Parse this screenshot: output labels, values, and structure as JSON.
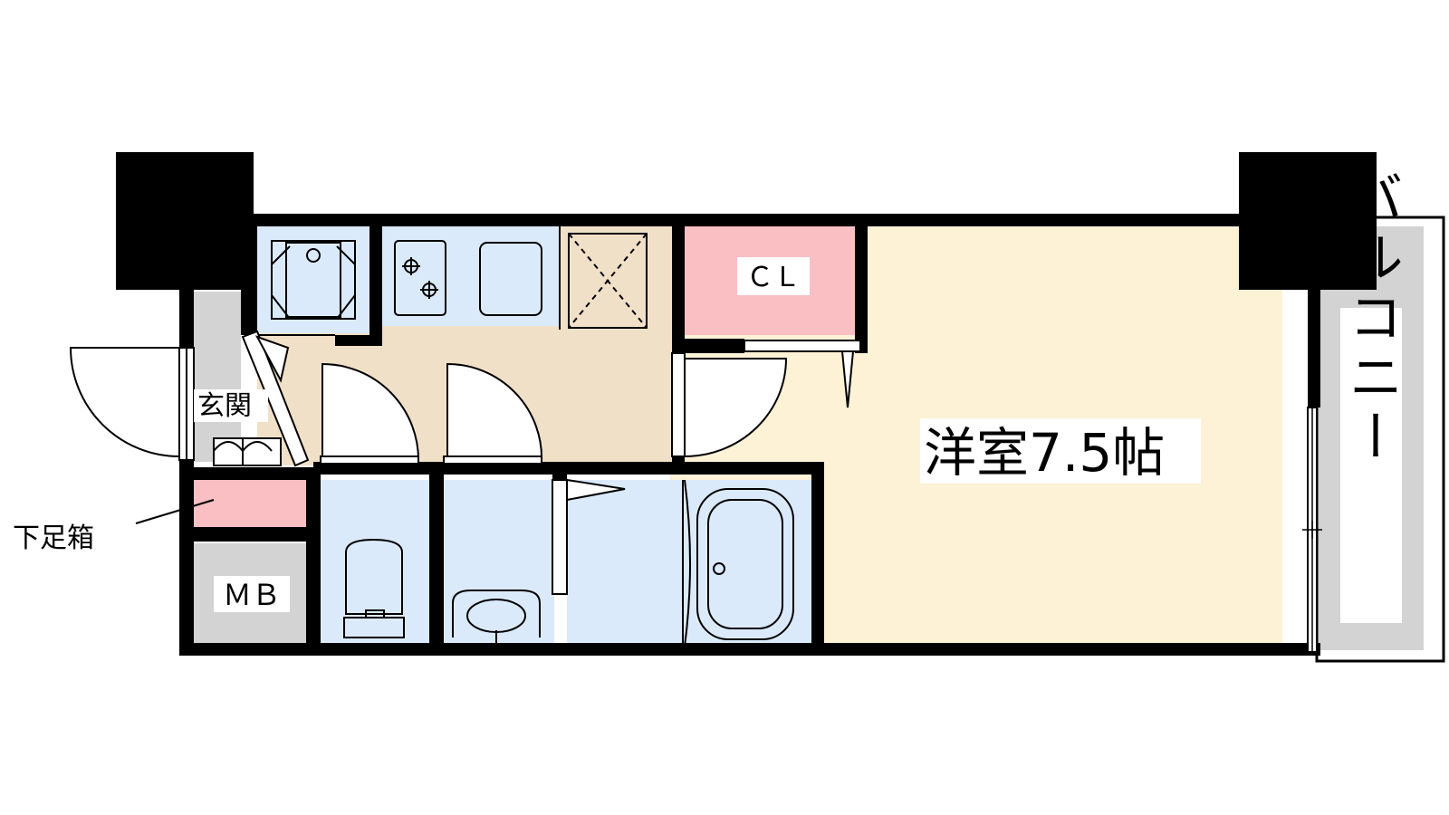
{
  "labels": {
    "room": "洋室7.5帖",
    "closet": "ＣＬ",
    "balcony": "バルコニー",
    "entrance": "玄関",
    "shoe_box": "下足箱",
    "meter_box": "ＭＢ"
  },
  "colors": {
    "wall": "#000000",
    "room_floor": "#fdf1d6",
    "kitchen_floor": "#f1e0c8",
    "wet_area": "#dbeafb",
    "closet": "#f9bfc3",
    "gray_area": "#d3d3d3",
    "background": "#ffffff"
  }
}
